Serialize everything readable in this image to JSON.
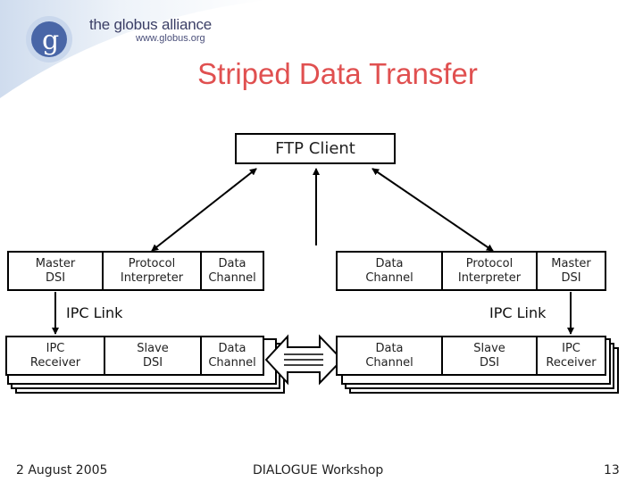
{
  "logo": {
    "letter": "g",
    "name": "the globus alliance",
    "url": "www.globus.org"
  },
  "title": "Striped Data Transfer",
  "ftp_client": "FTP Client",
  "left_top_row": [
    "Master\nDSI",
    "Protocol\nInterpreter",
    "Data\nChannel"
  ],
  "right_top_row": [
    "Data\nChannel",
    "Protocol\nInterpreter",
    "Master\nDSI"
  ],
  "ipc_link_left": "IPC Link",
  "ipc_link_right": "IPC Link",
  "left_bottom_row": [
    "IPC\nReceiver",
    "Slave\nDSI",
    "Data\nChannel"
  ],
  "right_bottom_row": [
    "Data\nChannel",
    "Slave\nDSI",
    "IPC\nReceiver"
  ],
  "footer": {
    "date": "2 August 2005",
    "event": "DIALOGUE Workshop",
    "page": "13"
  },
  "colors": {
    "title": "#e05050",
    "logo_blue": "#3b5aa0",
    "logo_bg": "#dde6f2"
  }
}
